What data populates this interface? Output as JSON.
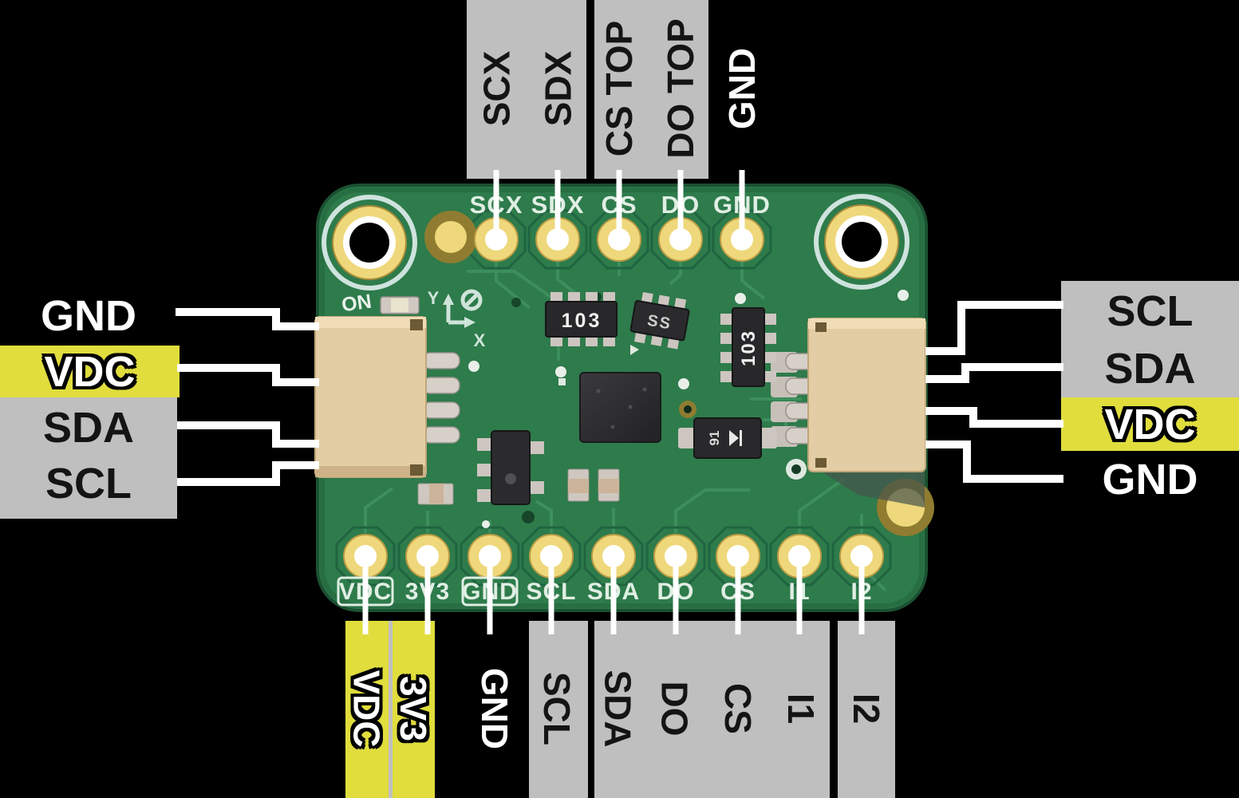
{
  "palette": {
    "background": "#000000",
    "label_gray": "#bfbfbf",
    "label_yellow": "#e0dd3d",
    "pcb_green": "#2e7b4b",
    "pad_gold": "#eed87b",
    "silkscreen_white": "#dfeee3",
    "connector_tan": "#e3cda4",
    "leader_line": "#ffffff"
  },
  "pin_labels": {
    "top": [
      "SCX",
      "SDX",
      "CS TOP",
      "DO TOP",
      "GND"
    ],
    "left": [
      "GND",
      "VDC",
      "SDA",
      "SCL"
    ],
    "right": [
      "SCL",
      "SDA",
      "VDC",
      "GND"
    ],
    "bottom": [
      "VDC",
      "3V3",
      "GND",
      "SCL",
      "SDA",
      "DO",
      "CS",
      "I1",
      "I2"
    ]
  },
  "board_silkscreen": {
    "top_row": [
      "SCX",
      "SDX",
      "CS",
      "DO",
      "GND"
    ],
    "bottom_row": [
      "VDC",
      "3V3",
      "GND",
      "SCL",
      "SDA",
      "DO",
      "CS",
      "I1",
      "I2"
    ],
    "power_label": "ON",
    "axis": {
      "x": "X",
      "y": "Y"
    },
    "component_markings": {
      "resistor_network_1": "103",
      "sot23_ic": "SS",
      "resistor_network_2": "103",
      "diode": "91"
    }
  }
}
